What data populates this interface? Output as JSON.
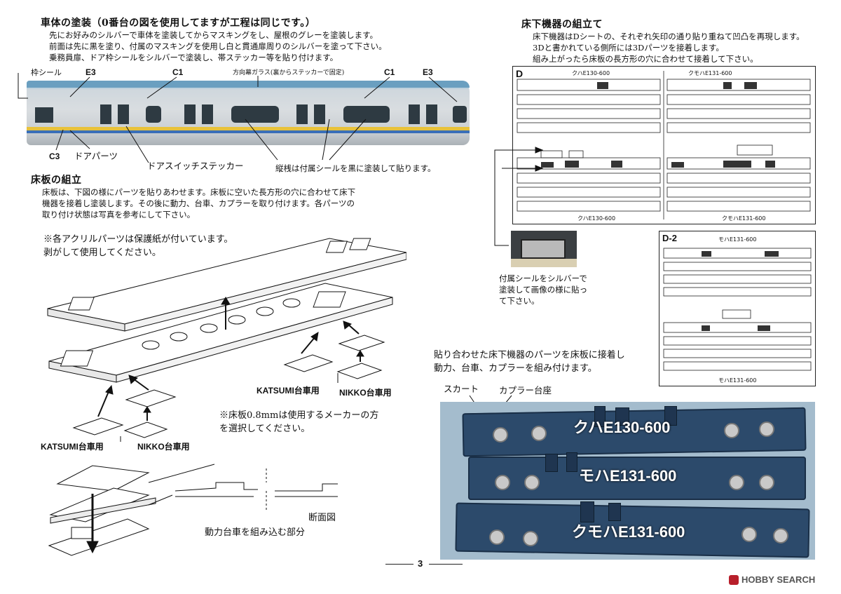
{
  "body_paint": {
    "title": "車体の塗装（0番台の図を使用してますが工程は同じです。）",
    "lines": [
      "先にお好みのシルバーで車体を塗装してからマスキングをし、屋根のグレーを塗装します。",
      "前面は先に黒を塗り、付属のマスキングを使用し白と貫通扉周りのシルバーを塗って下さい。",
      "乗務員扉、ドア枠シールをシルバーで塗装し、帯ステッカー等を貼り付けます。"
    ],
    "labels": {
      "waku_seal": "枠シール",
      "e3_left": "E3",
      "c1_left": "C1",
      "glass": "方向幕ガラス(裏からステッカーで固定)",
      "c1_right": "C1",
      "e3_right": "E3",
      "c3": "C3",
      "door_parts": "ドアパーツ",
      "door_switch": "ドアスイッチステッカー",
      "vertical_note": "縦桟は付属シールを黒に塗装して貼ります。"
    }
  },
  "floor": {
    "title": "床板の組立",
    "lines": [
      "床板は、下図の様にパーツを貼りあわせます。床板に空いた長方形の穴に合わせて床下",
      "機器を接着し塗装します。その後に動力、台車、カプラーを取り付けます。各パーツの",
      "取り付け状態は写真を参考にして下さい。"
    ],
    "acrylic_note": [
      "※各アクリルパーツは保護紙が付いています。",
      "剥がして使用してください。"
    ],
    "katsumi_right": "KATSUMI台車用",
    "nikko_right": "NIKKO台車用",
    "katsumi_left": "KATSUMI台車用",
    "nikko_left": "NIKKO台車用",
    "thickness_note": [
      "※床板0.8mmは使用するメーカーの方",
      "を選択してください。"
    ],
    "section_label": "断面図",
    "power_label": "動力台車を組み込む部分"
  },
  "underfloor": {
    "title": "床下機器の組立て",
    "lines": [
      "床下機器はDシートの、それぞれ矢印の通り貼り重ねて凹凸を再現します。",
      "3Dと書かれている側所には3Dパーツを接着します。",
      "組み上がったら床板の長方形の穴に合わせて接着して下さい。"
    ],
    "sheet_d_label": "D",
    "sheet_d2_label": "D-2",
    "kuha_top": "クハE130-600",
    "kumoha_top": "クモハE131-600",
    "kuha_bottom": "クハE130-600",
    "kumoha_bottom": "クモハE131-600",
    "moha_top": "モハE131-600",
    "moha_bottom": "モハE131-600",
    "seal_note": [
      "付属シールをシルバーで",
      "塗装して画像の様に貼っ",
      "て下さい。"
    ]
  },
  "photo": {
    "caption": [
      "貼り合わせた床下機器のパーツを床板に接着し",
      "動力、台車、カプラーを組み付けます。"
    ],
    "skirt": "スカート",
    "coupler_base": "カプラー台座",
    "unit1": "クハE130-600",
    "unit2": "モハE131-600",
    "unit3": "クモハE131-600"
  },
  "footer": {
    "page": "3",
    "brand": "HOBBY SEARCH"
  }
}
